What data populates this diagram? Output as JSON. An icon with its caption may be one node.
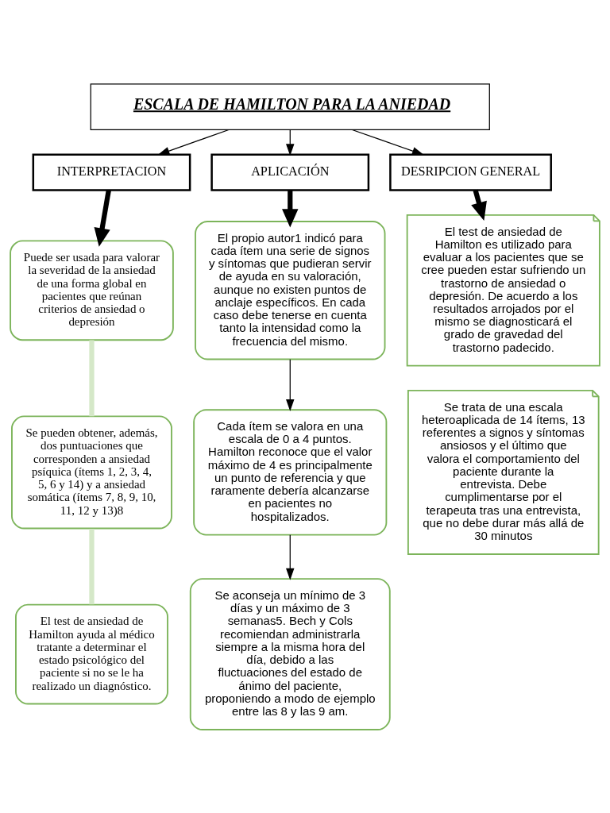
{
  "diagram": {
    "nodes": [
      {
        "text": [
          "ESCALA DE HAMILTON PARA LA ANIEDAD"
        ]
      },
      {
        "text": [
          "INTERPRETACION"
        ]
      },
      {
        "text": [
          "APLICACIÓN"
        ]
      },
      {
        "text": [
          "DESRIPCION GENERAL"
        ]
      },
      {
        "text": [
          "Puede ser usada para valorar la severidad de la ansiedad de una forma global en pacientes que reúnan criterios de ansiedad o depresión"
        ]
      },
      {
        "text": [
          "Se pueden obtener, además, dos puntuaciones que corresponden a ansiedad psíquica (ítems 1, 2, 3, 4, 5, 6 y 14) y a ansiedad somática (ítems 7, 8, 9, 10, 11, 12 y 13)8"
        ]
      },
      {
        "text": [
          "El test de ansiedad de Hamilton ayuda al médico tratante a determinar el estado psicológico del paciente si no se le ha realizado un diagnóstico."
        ]
      },
      {
        "text": [
          "El propio autor1 indicó para cada ítem una serie de signos y síntomas que pudieran servir de ayuda en su valoración, aunque no existen puntos de anclaje específicos. En cada caso debe tenerse en cuenta tanto la intensidad como la frecuencia del mismo."
        ]
      },
      {
        "text": [
          "Cada ítem se valora en una escala de 0 a 4 puntos. Hamilton reconoce que el valor máximo de 4 es principalmente un punto de referencia y que raramente debería alcanzarse en pacientes no hospitalizados."
        ]
      },
      {
        "text": [
          "Se aconseja un mínimo de 3 días y un máximo de 3 semanas5. Bech y Cols recomiendan administrarla siempre a la misma hora del día, debido a las fluctuaciones del estado de ánimo del paciente, proponiendo a modo de ejemplo entre las 8 y las 9 am."
        ]
      },
      {
        "text": [
          "El test de ansiedad de Hamilton es utilizado para evaluar a los pacientes que se cree pueden estar sufriendo un trastorno de ansiedad o depresión. De acuerdo a los resultados arrojados por el mismo se diagnosticará el grado de gravedad del trastorno padecido."
        ]
      },
      {
        "text": [
          "Se trata de una escala heteroaplicada de 14 ítems, 13 referentes a signos y síntomas ansiosos y el último que valora el comportamiento del paciente durante la entrevista. Debe cumplimentarse por el terapeuta tras una entrevista, que no debe durar más allá de 30 minutos"
        ]
      }
    ],
    "edges": [
      {
        "from": 0,
        "to": 1,
        "arrow": "to"
      },
      {
        "from": 0,
        "to": 2,
        "arrow": "to"
      },
      {
        "from": 0,
        "to": 3,
        "arrow": "to"
      },
      {
        "from": 1,
        "to": 4,
        "arrow": "to",
        "style": "thick"
      },
      {
        "from": 4,
        "to": 5,
        "arrow": "none",
        "style": "thick",
        "color": "#d5e8c8"
      },
      {
        "from": 5,
        "to": 6,
        "arrow": "none",
        "style": "thick",
        "color": "#d5e8c8"
      },
      {
        "from": 2,
        "to": 7,
        "arrow": "to",
        "style": "thick"
      },
      {
        "from": 7,
        "to": 8,
        "arrow": "to"
      },
      {
        "from": 8,
        "to": 9,
        "arrow": "to"
      },
      {
        "from": 3,
        "to": 10,
        "arrow": "to",
        "style": "thick"
      }
    ]
  }
}
